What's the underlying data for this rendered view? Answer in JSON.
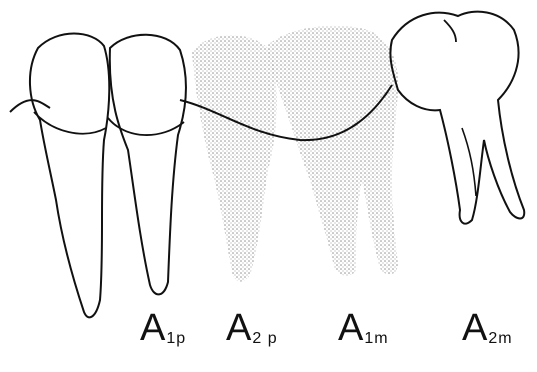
{
  "figure": {
    "labels": [
      {
        "main": "A",
        "sub": "1p"
      },
      {
        "main": "A",
        "sub": "2 p"
      },
      {
        "main": "A",
        "sub": "1m"
      },
      {
        "main": "A",
        "sub": "2m"
      }
    ]
  },
  "colors": {
    "outline": "#111111",
    "stipple": "#9a9a9a",
    "background": "#ffffff"
  }
}
